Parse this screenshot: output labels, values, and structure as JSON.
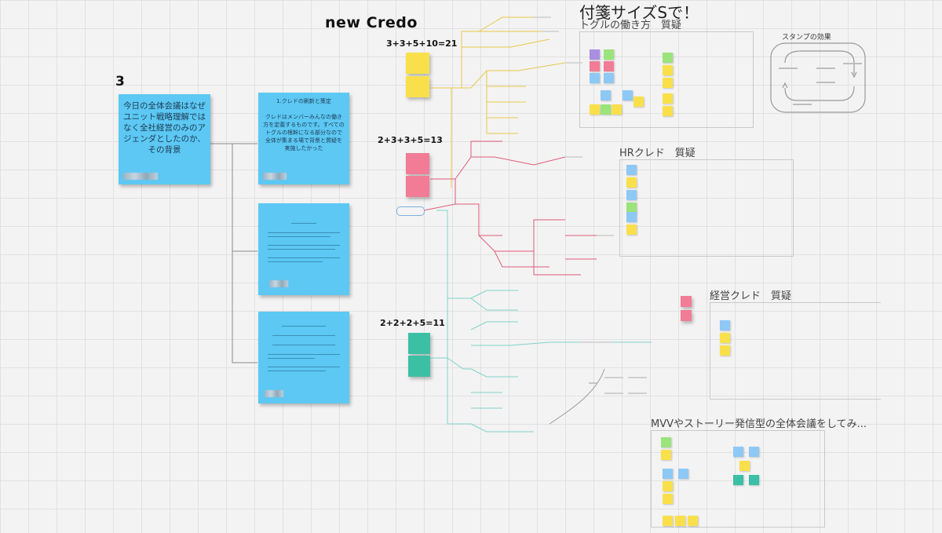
{
  "board": {
    "title_new_credo": "new Credo",
    "section_number": "3",
    "sticker_size_note": "付箋サイズSで！"
  },
  "notes": {
    "main_question": "今日の全体会議はなぜユニット戦略理解ではなく全社経営のみのアジェンダとしたのか、その背景",
    "credo_heading": "1.クレドの刷新と策定",
    "credo_body": "クレドはメンバーみんなの働き方を定義するものです。すべてのトグルの根幹になる部分なので全体が集まる場で背景と質疑を実施したかった"
  },
  "sums": {
    "s1": "3+3+5+10=21",
    "s2": "2+3+3+5=13",
    "s3": "2+2+2+5=11"
  },
  "frames": {
    "toggle_work": "トグルの働き方　質疑",
    "stamp_effect": "スタンプの効果",
    "hr_credo": "HRクレド　質疑",
    "mgmt_credo": "経営クレド　質疑",
    "mvv_meeting": "MVVやストーリー発信型の全体会議をしてみ..."
  },
  "colors": {
    "grid": "#e1e1e1",
    "sticky_blue": "#5cc8f3",
    "sticky_yellow": "#f9e04b",
    "sticky_pink": "#f27c95",
    "sticky_teal": "#3cc0a5",
    "mindmap_yellow": "#e8c84a",
    "mindmap_pink": "#e05a7a",
    "mindmap_teal": "#7fd3c8"
  }
}
